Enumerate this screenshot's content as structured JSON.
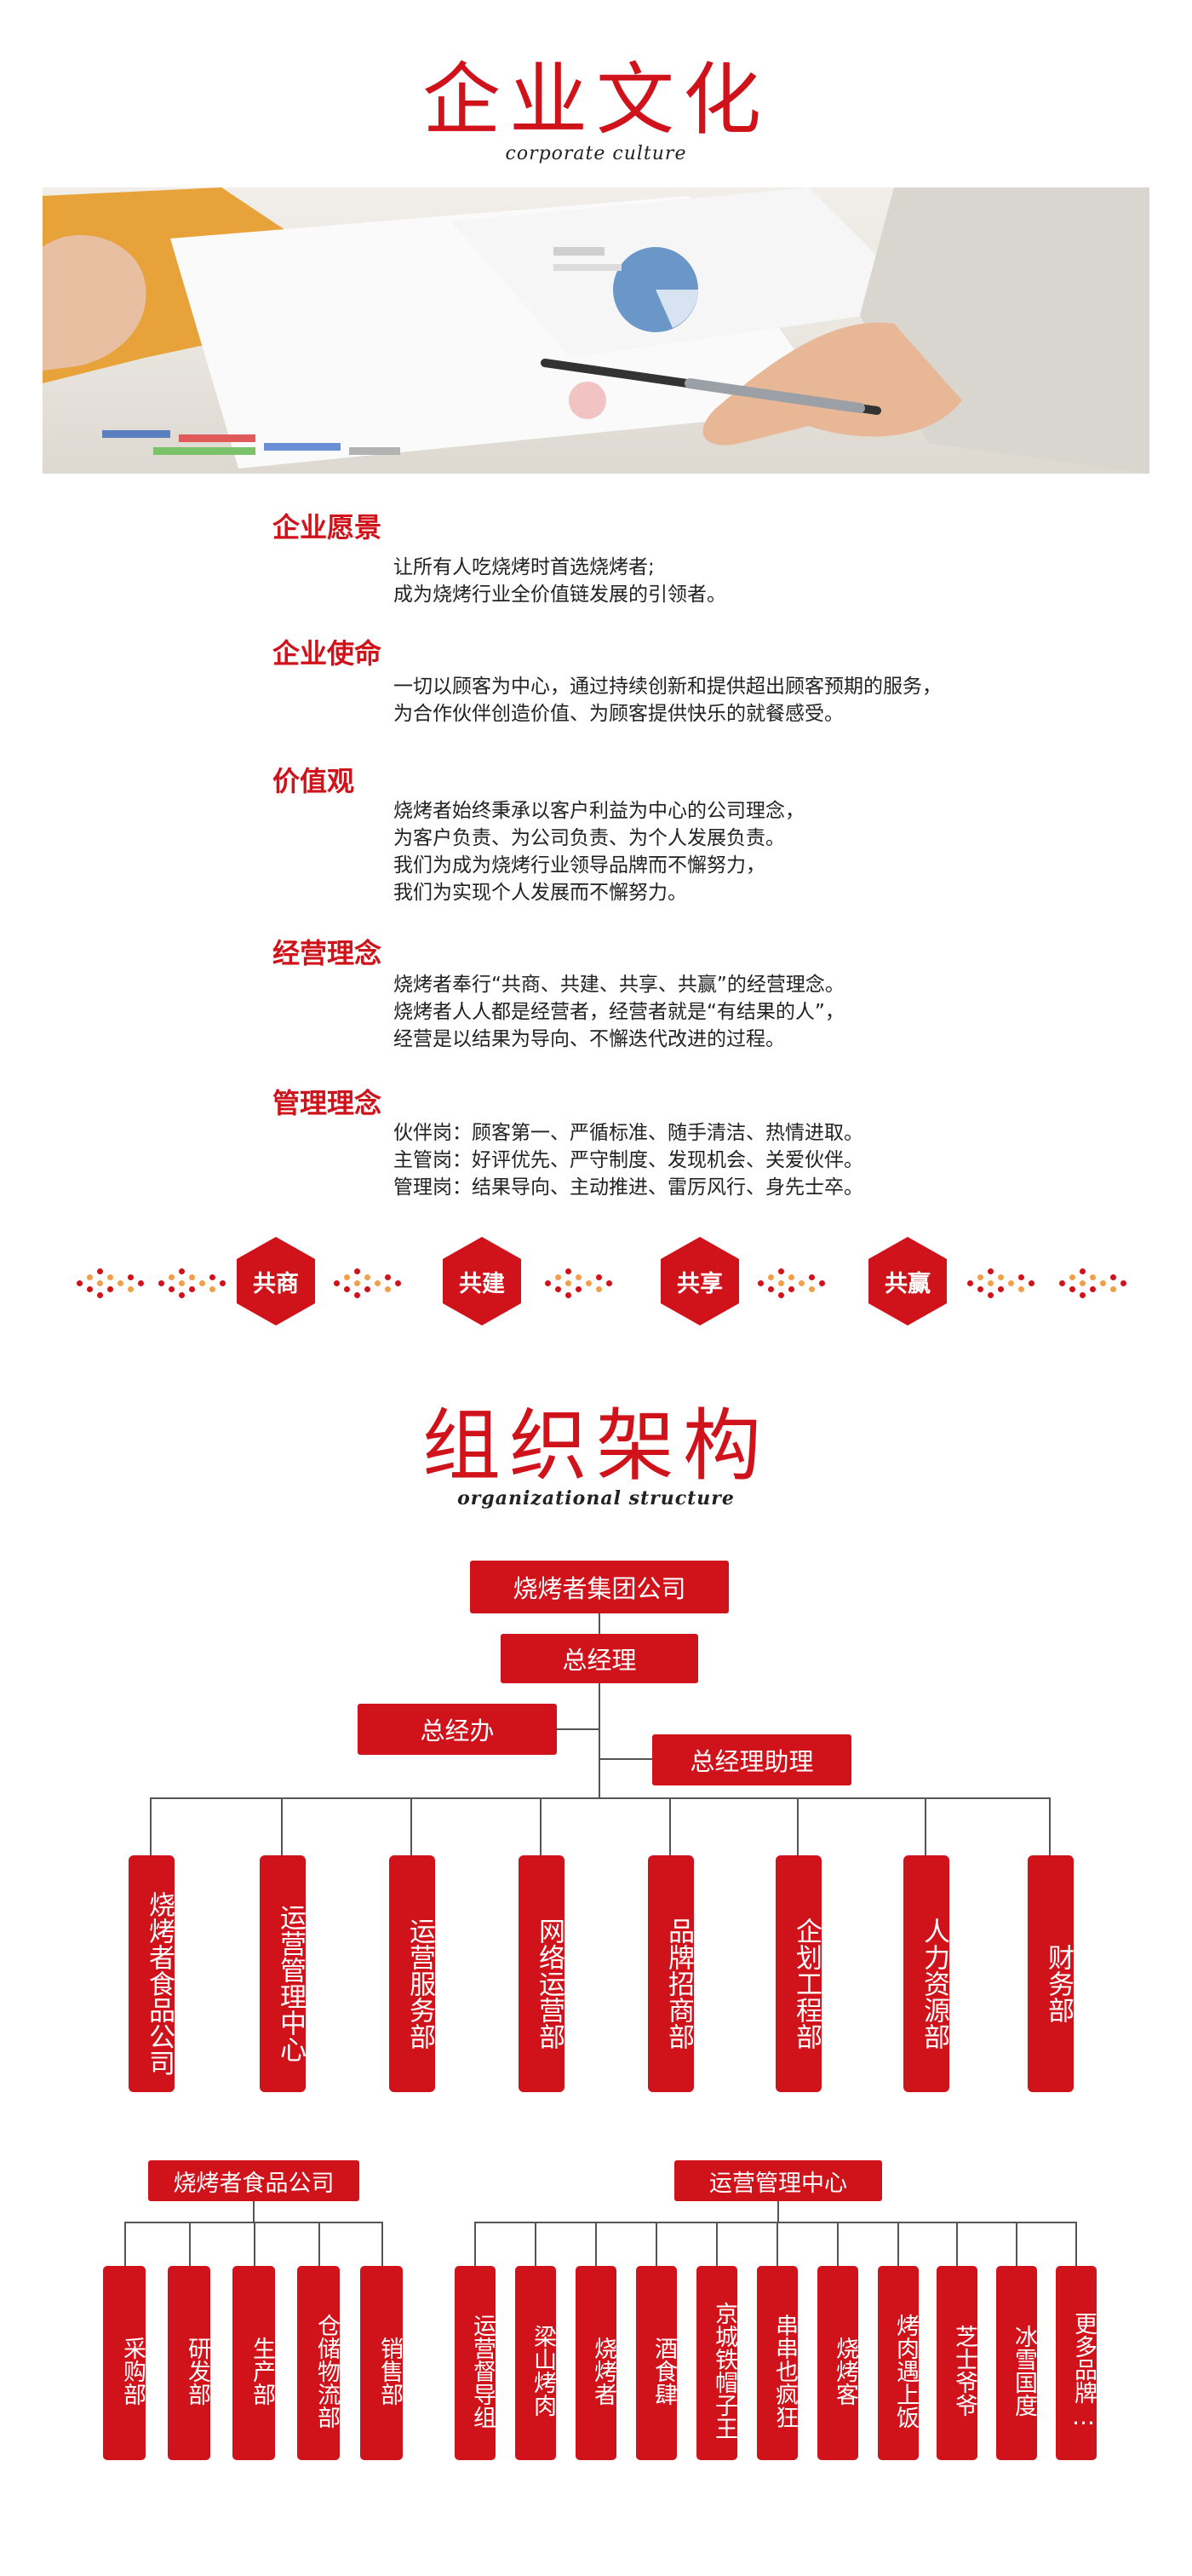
{
  "culture": {
    "title": "企业文化",
    "subtitle": "corporate culture",
    "sections": [
      {
        "heading": "企业愿景",
        "lines": [
          "让所有人吃烧烤时首选烧烤者;",
          "成为烧烤行业全价值链发展的引领者。"
        ]
      },
      {
        "heading": "企业使命",
        "lines": [
          "一切以顾客为中心，通过持续创新和提供超出顾客预期的服务，",
          "为合作伙伴创造价值、为顾客提供快乐的就餐感受。"
        ]
      },
      {
        "heading": "价值观",
        "lines": [
          "烧烤者始终秉承以客户利益为中心的公司理念，",
          "为客户负责、为公司负责、为个人发展负责。",
          "我们为成为烧烤行业领导品牌而不懈努力，",
          "我们为实现个人发展而不懈努力。"
        ]
      },
      {
        "heading": "经营理念",
        "lines": [
          "烧烤者奉行“共商、共建、共享、共赢”的经营理念。",
          "烧烤者人人都是经营者，经营者就是“有结果的人”，",
          "经营是以结果为导向、不懈迭代改进的过程。"
        ]
      },
      {
        "heading": "管理理念",
        "lines": [
          "伙伴岗：顾客第一、严循标准、随手清洁、热情进取。",
          "主管岗：好评优先、严守制度、发现机会、关爱伙伴。",
          "管理岗：结果导向、主动推进、雷厉风行、身先士卒。"
        ]
      }
    ],
    "hexagons": [
      "共商",
      "共建",
      "共享",
      "共赢"
    ],
    "colors": {
      "accent": "#d0121b",
      "dot_orange": "#f0a04b"
    }
  },
  "org": {
    "title": "组织架构",
    "subtitle": "organizational structure",
    "group": "烧烤者集团公司",
    "gm": "总经理",
    "gm_office": "总经办",
    "gm_assistant": "总经理助理",
    "departments": [
      "烧烤者食品公司",
      "运营管理中心",
      "运营服务部",
      "网络运营部",
      "品牌招商部",
      "企划工程部",
      "人力资源部",
      "财务部"
    ],
    "food_company": {
      "name": "烧烤者食品公司",
      "units": [
        "采购部",
        "研发部",
        "生产部",
        "仓储物流部",
        "销售部"
      ]
    },
    "ops_center": {
      "name": "运营管理中心",
      "units": [
        "运营督导组",
        "梁山烤肉",
        "烧烤者",
        "酒食肆",
        "京城铁帽子王",
        "串串也疯狂",
        "烧烤客",
        "烤肉遇上饭",
        "芝士爷爷",
        "冰雪国度",
        "更多品牌…"
      ]
    }
  }
}
